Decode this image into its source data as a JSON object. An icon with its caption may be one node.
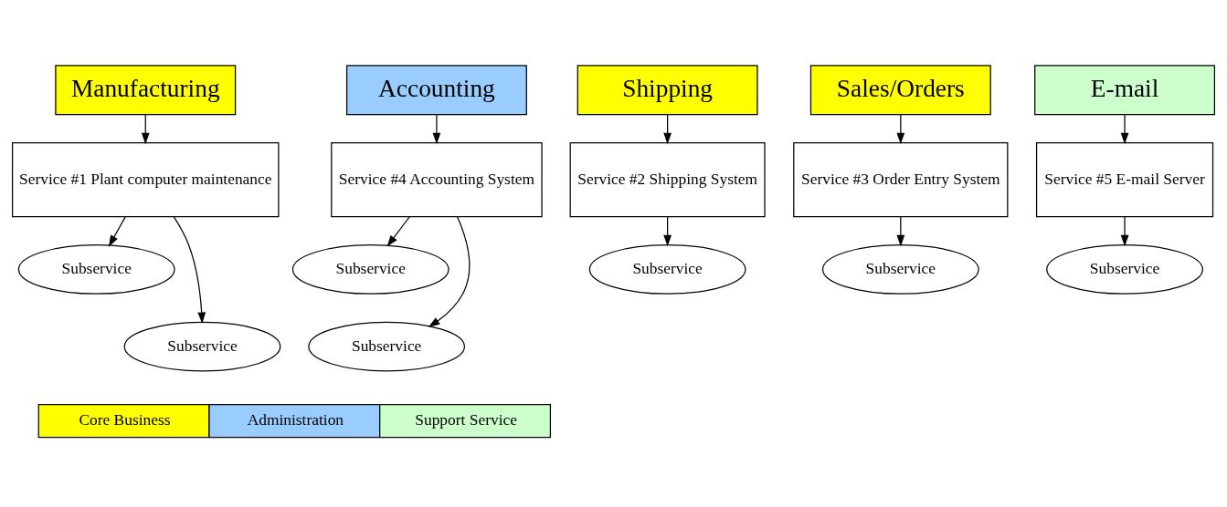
{
  "diagram": {
    "nodes": [
      {
        "text": [
          "Manufacturing"
        ]
      },
      {
        "text": [
          "Shipping"
        ]
      },
      {
        "text": [
          "Sales/Orders"
        ]
      },
      {
        "text": [
          "Accounting"
        ]
      },
      {
        "text": [
          "E-mail"
        ]
      },
      {
        "text": [
          "Service #1 Plant computer maintenance"
        ]
      },
      {
        "text": [
          "Subservice"
        ]
      },
      {
        "text": [
          "Subservice"
        ]
      },
      {
        "text": [
          "Service #2 Shipping System"
        ]
      },
      {
        "text": [
          "Subservice"
        ]
      },
      {
        "text": [
          "Service #3 Order Entry System"
        ]
      },
      {
        "text": [
          "Subservice"
        ]
      },
      {
        "text": [
          "Service #4 Accounting System"
        ]
      },
      {
        "text": [
          "Subservice"
        ]
      },
      {
        "text": [
          "Subservice"
        ]
      },
      {
        "text": [
          "Service #5 E-mail Server"
        ]
      },
      {
        "text": [
          "Subservice"
        ]
      }
    ],
    "edges": [
      {
        "from": 0,
        "to": 5,
        "arrow": "to"
      },
      {
        "from": 5,
        "to": 6,
        "arrow": "to"
      },
      {
        "from": 5,
        "to": 7,
        "arrow": "to"
      },
      {
        "from": 1,
        "to": 8,
        "arrow": "to"
      },
      {
        "from": 8,
        "to": 9,
        "arrow": "to"
      },
      {
        "from": 2,
        "to": 10,
        "arrow": "to"
      },
      {
        "from": 10,
        "to": 11,
        "arrow": "to"
      },
      {
        "from": 3,
        "to": 12,
        "arrow": "to"
      },
      {
        "from": 12,
        "to": 13,
        "arrow": "to"
      },
      {
        "from": 12,
        "to": 14,
        "arrow": "to"
      },
      {
        "from": 4,
        "to": 15,
        "arrow": "to"
      },
      {
        "from": 15,
        "to": 16,
        "arrow": "to"
      }
    ],
    "legend": [
      {
        "text": "Core Business",
        "color": "#ffff00"
      },
      {
        "text": "Administration",
        "color": "#99ccff"
      },
      {
        "text": "Support Service",
        "color": "#ccffcc"
      }
    ]
  }
}
